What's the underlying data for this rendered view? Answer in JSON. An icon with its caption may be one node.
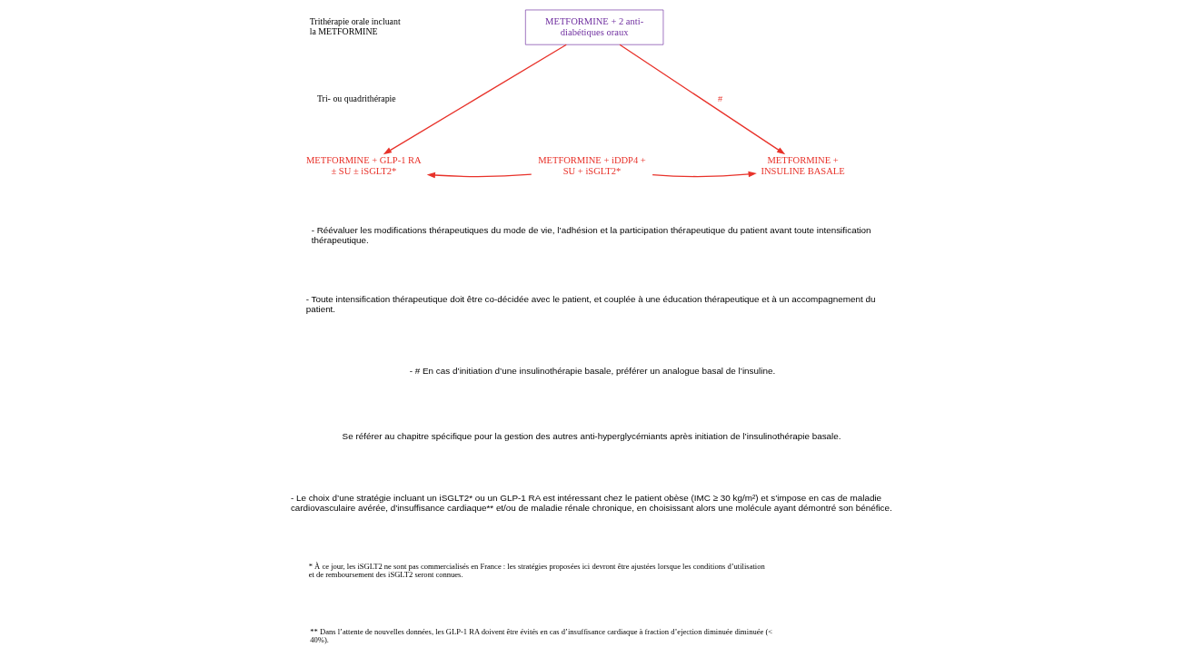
{
  "diagram": {
    "nodes": [
      {
        "text": [
          "METFORMINE + 2 anti-diabétiques oraux"
        ]
      },
      {
        "text": [
          "METFORMINE + GLP-1 RA ± SU ± iSGLT2*"
        ]
      },
      {
        "text": [
          "METFORMINE + iDDP4 + SU + iSGLT2*"
        ]
      },
      {
        "text": [
          "METFORMINE + INSULINE BASALE"
        ]
      }
    ],
    "edges": [
      {
        "from": 0,
        "to": 1,
        "arrow": "to"
      },
      {
        "from": 0,
        "to": 3,
        "arrow": "to",
        "label": "#"
      },
      {
        "from": 2,
        "to": 1,
        "arrow": "to"
      },
      {
        "from": 2,
        "to": 3,
        "arrow": "to"
      }
    ],
    "labels": [
      "Trithérapie orale incluant la METFORMINE",
      "Tri- ou quadrithérapie",
      "- Réévaluer les modifications thérapeutiques du mode de vie, l’adhésion et la participation thérapeutique du patient avant toute intensification thérapeutique.",
      "- Toute intensification thérapeutique doit être co-décidée avec le patient, et couplée à une éducation thérapeutique et à un accompagnement du patient.",
      "- # En cas d’initiation d’une insulinothérapie basale, préférer un analogue basal de l’insuline.",
      "Se référer au chapitre spécifique pour la gestion des autres anti-hyperglycémiants après initiation de l’insulinothérapie basale.",
      "- Le choix d’une stratégie incluant un iSGLT2* ou un GLP-1 RA est intéressant chez le patient obèse (IMC ≥ 30 kg/m²) et s’impose en cas de maladie cardiovasculaire avérée, d’insuffisance cardiaque** et/ou de maladie rénale chronique, en choisissant alors une molécule ayant démontré son bénéfice.",
      "* À ce jour, les iSGLT2 ne sont pas commercialisés en France : les stratégies proposées ici devront être ajustées lorsque les conditions d’utilisation et de remboursement des iSGLT2 seront connues.",
      "** Dans l’attente de nouvelles données, les GLP-1 RA doivent être évités en cas d’insuffisance cardiaque à fraction d’ejection diminuée diminuée (< 40%)."
    ]
  }
}
